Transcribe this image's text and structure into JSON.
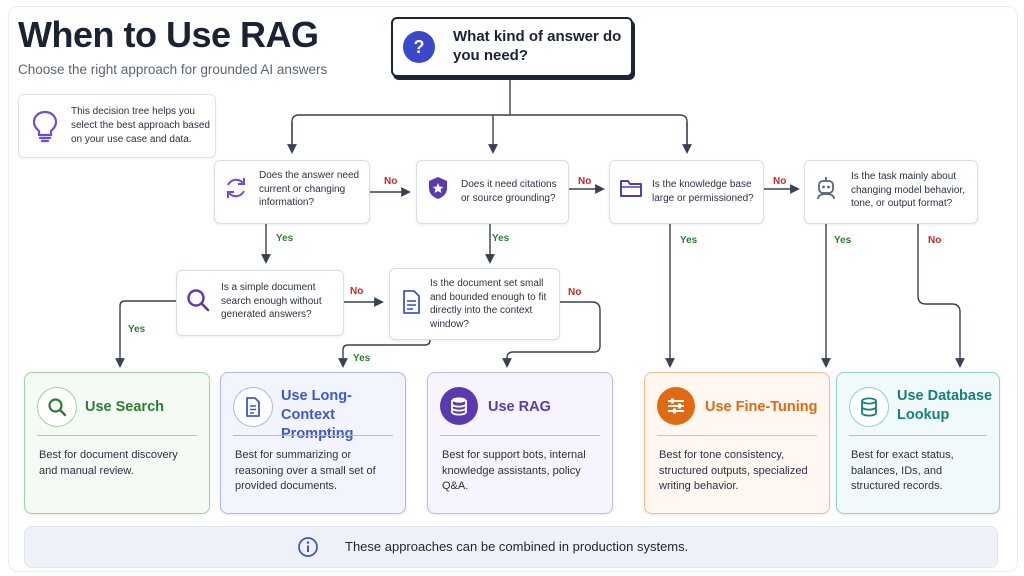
{
  "header": {
    "title": "When to Use RAG",
    "subtitle": "Choose the right approach for grounded AI answers"
  },
  "info": {
    "text": "This decision tree helps you select the best approach based on your use case and data.",
    "icon": "lightbulb-icon"
  },
  "root": {
    "icon": "question-icon",
    "text": "What kind of answer do you need?"
  },
  "questions": {
    "current_info": {
      "text": "Does the answer need current or changing information?",
      "icon": "refresh-icon"
    },
    "citations": {
      "text": "Does it need citations or source grounding?",
      "icon": "shield-star-icon"
    },
    "kb_large": {
      "text": "Is the knowledge base large or permissioned?",
      "icon": "folder-icon"
    },
    "model_behavior": {
      "text": "Is the task mainly about changing model behavior, tone, or output format?",
      "icon": "robot-icon"
    },
    "simple_search": {
      "text": "Is a simple document search enough without generated answers?",
      "icon": "search-icon"
    },
    "small_docs": {
      "text": "Is the document set small and bounded enough to fit directly into the context window?",
      "icon": "document-icon"
    }
  },
  "edge_labels": {
    "yes": "Yes",
    "no": "No"
  },
  "outcomes": [
    {
      "title": "Use Search",
      "desc": "Best for document discovery and manual review.",
      "icon": "search-icon",
      "accent": "#2e7d32",
      "bg": "#f4fbf4",
      "border": "#9fd3a3"
    },
    {
      "title": "Use Long-Context Prompting",
      "desc": "Best for summarizing or reasoning over a small set of provided documents.",
      "icon": "document-icon",
      "accent": "#3f57c7",
      "bg": "#f2f5fd",
      "border": "#a9b9ea"
    },
    {
      "title": "Use RAG",
      "desc": "Best for support bots, internal knowledge assistants, policy Q&A.",
      "icon": "database-icon",
      "accent": "#5b3ab0",
      "bg": "#f7f4fd",
      "border": "#c9b8ec"
    },
    {
      "title": "Use Fine-Tuning",
      "desc": "Best for tone consistency, structured outputs, specialized writing behavior.",
      "icon": "sliders-icon",
      "accent": "#e06a14",
      "bg": "#fff7f0",
      "border": "#f2bd8e"
    },
    {
      "title": "Use Database Lookup",
      "desc": "Best for exact status, balances, IDs, and structured records.",
      "icon": "database-icon",
      "accent": "#17807a",
      "bg": "#f1fafa",
      "border": "#94d1cc"
    }
  ],
  "footer": {
    "text": "These approaches can be combined in production systems.",
    "icon": "info-icon"
  }
}
